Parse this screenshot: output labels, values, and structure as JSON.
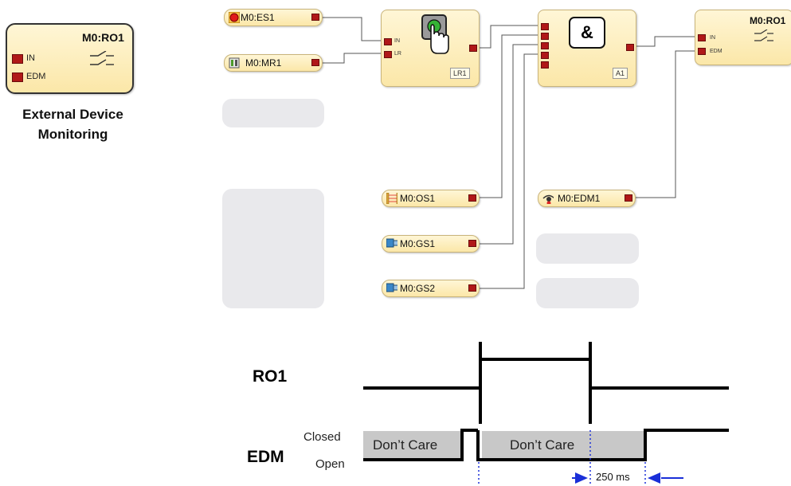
{
  "legend_block": {
    "title": "M0:RO1",
    "pins": [
      "IN",
      "EDM"
    ],
    "caption_line1": "External Device",
    "caption_line2": "Monitoring"
  },
  "inputs": {
    "es1": "M0:ES1",
    "mr1": "M0:MR1",
    "os1": "M0:OS1",
    "gs1": "M0:GS1",
    "gs2": "M0:GS2",
    "edm1": "M0:EDM1"
  },
  "lr_block": {
    "pins": [
      "IN",
      "LR"
    ],
    "tag": "LR1"
  },
  "and_block": {
    "symbol": "&",
    "tag": "A1"
  },
  "ro_block": {
    "title": "M0:RO1",
    "pins": [
      "IN",
      "EDM"
    ]
  },
  "timing": {
    "ro1_label": "RO1",
    "edm_label": "EDM",
    "closed_label": "Closed",
    "open_label": "Open",
    "dont_care_1": "Don’t Care",
    "dont_care_2": "Don’t Care",
    "delay_label": "250 ms"
  },
  "colors": {
    "pin": "#b01818",
    "block_fill": "#fbe7a8",
    "wire": "#555555",
    "signal": "#000000",
    "dont_care_fill": "#c8c8c8",
    "marker": "#1a2fd8"
  }
}
